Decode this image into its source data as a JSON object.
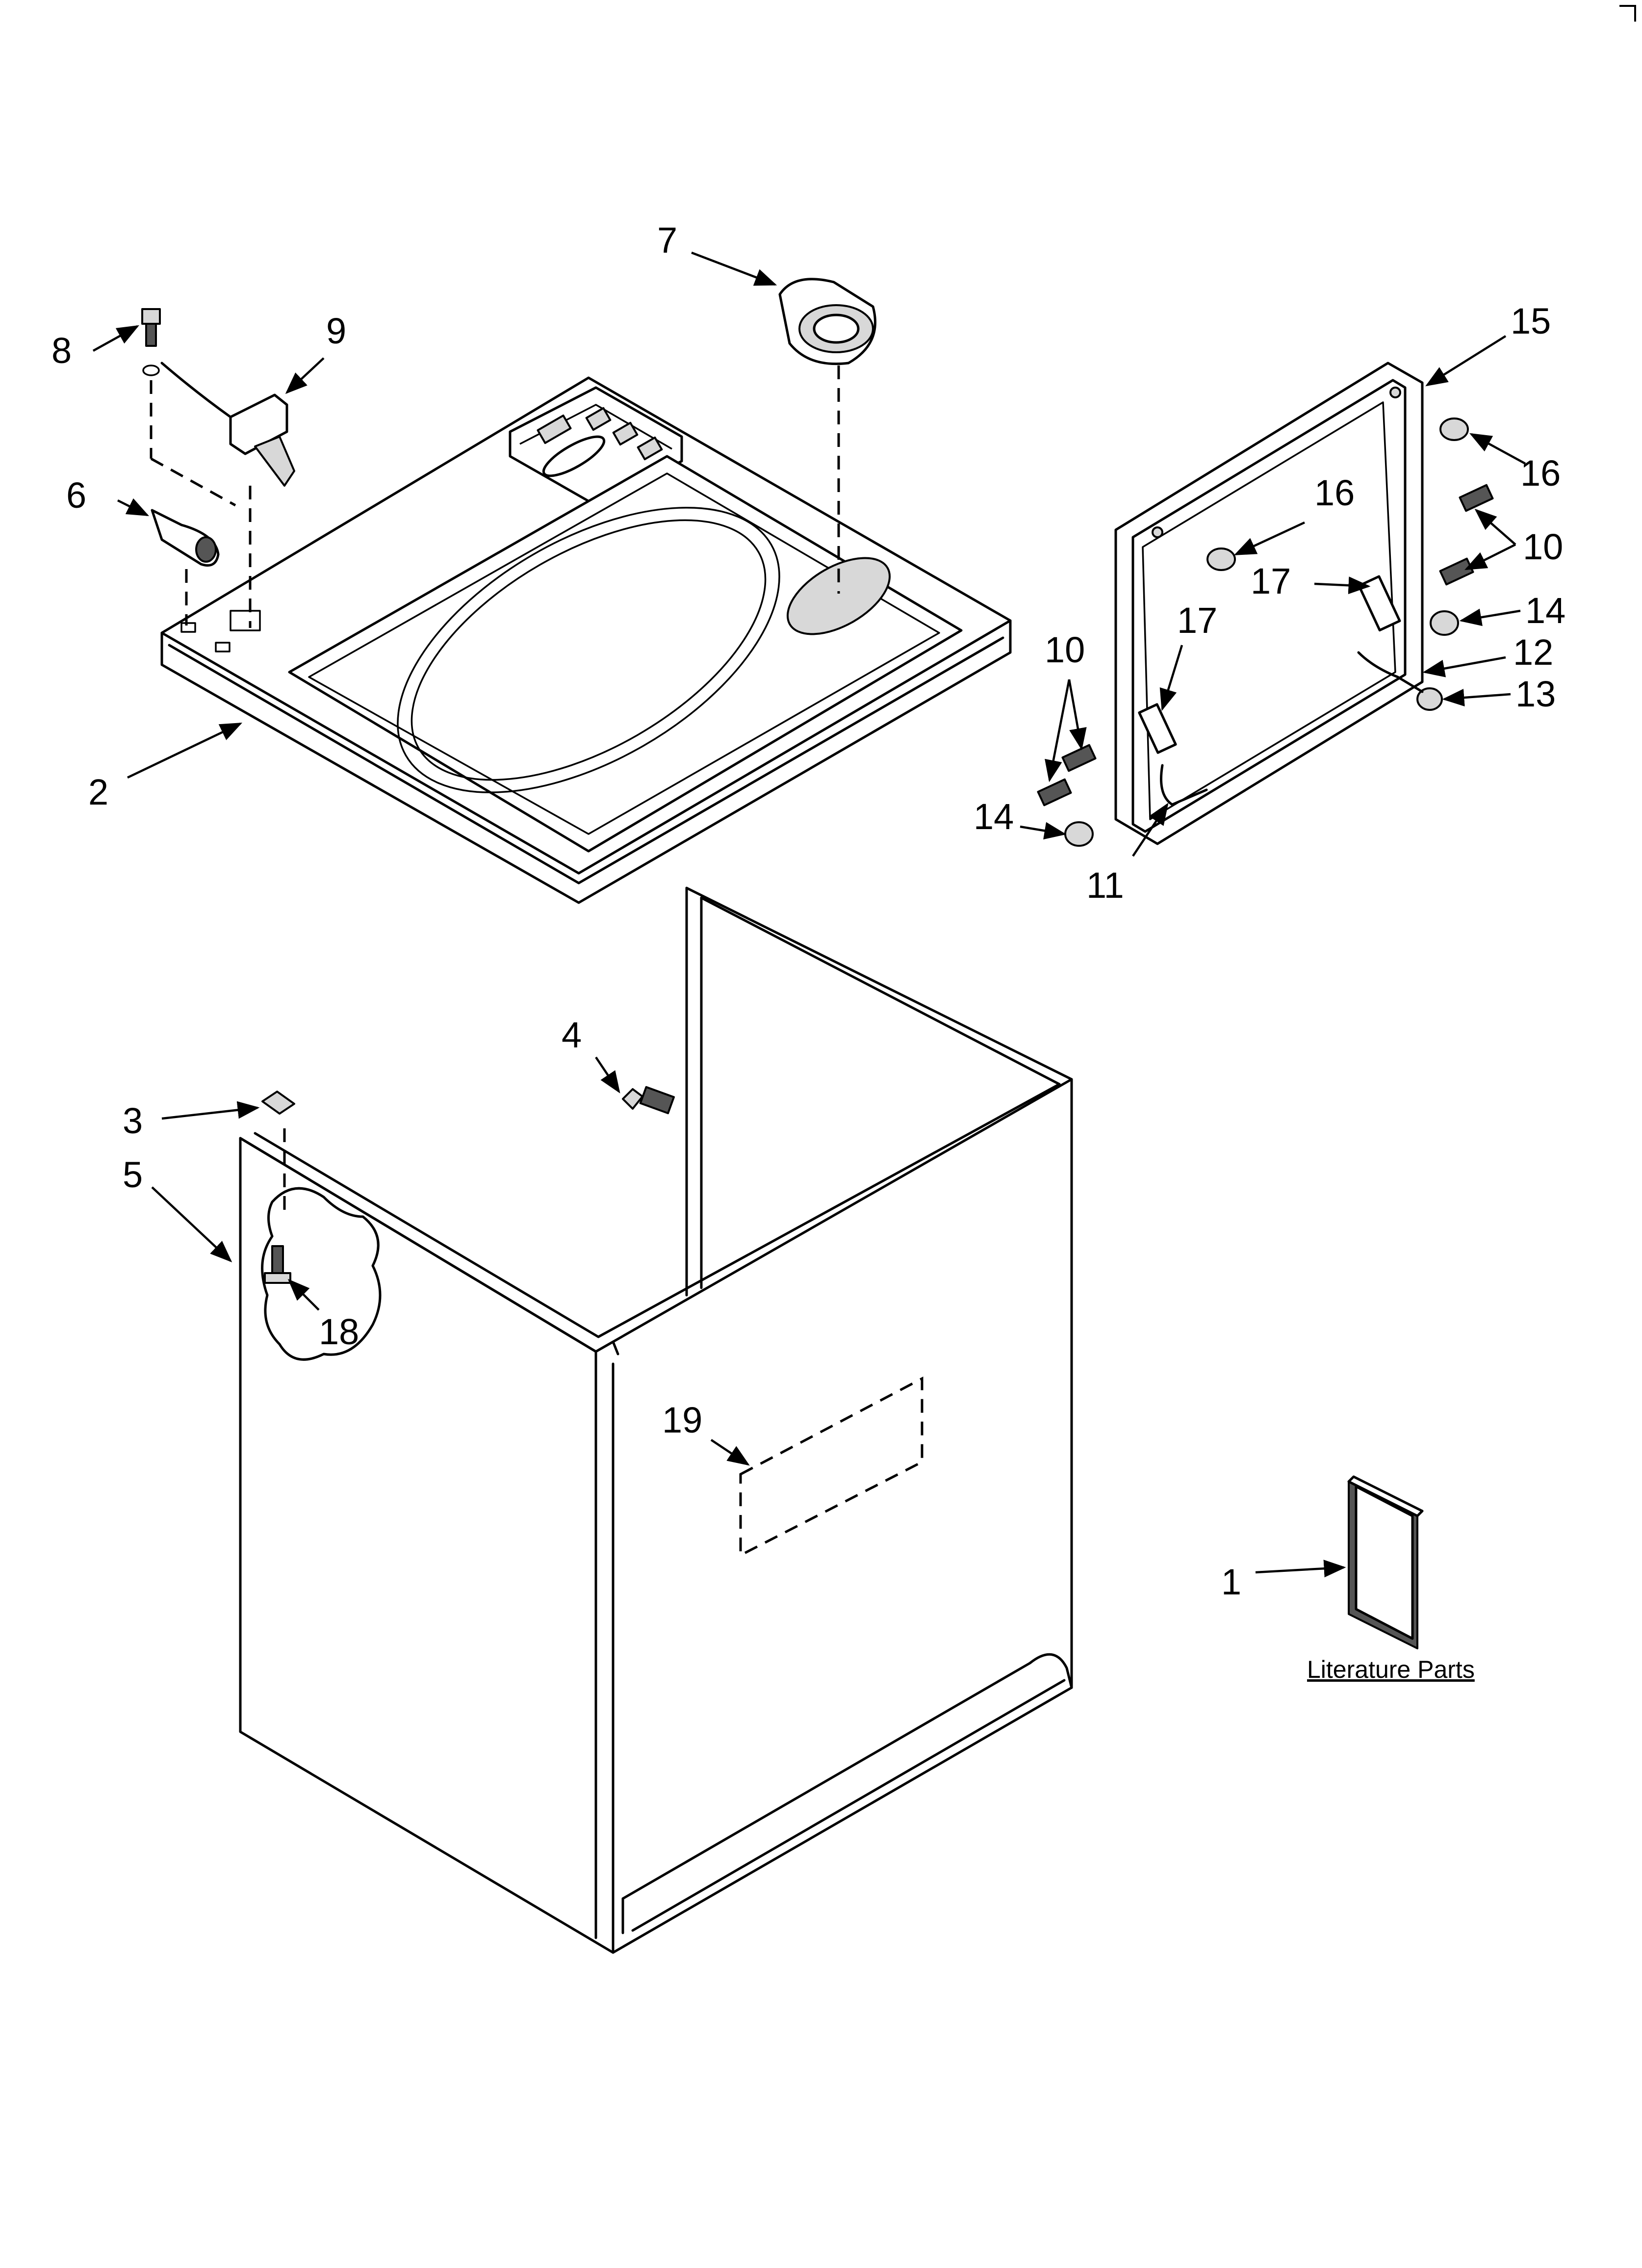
{
  "callouts": {
    "c1": "1",
    "c2": "2",
    "c3": "3",
    "c4": "4",
    "c5": "5",
    "c6": "6",
    "c7": "7",
    "c8": "8",
    "c9": "9",
    "c10a": "10",
    "c10b": "10",
    "c11": "11",
    "c12": "12",
    "c13": "13",
    "c14a": "14",
    "c14b": "14",
    "c15": "15",
    "c16a": "16",
    "c16b": "16",
    "c17a": "17",
    "c17b": "17",
    "c18": "18",
    "c19": "19"
  },
  "literature_caption": "Literature Parts"
}
